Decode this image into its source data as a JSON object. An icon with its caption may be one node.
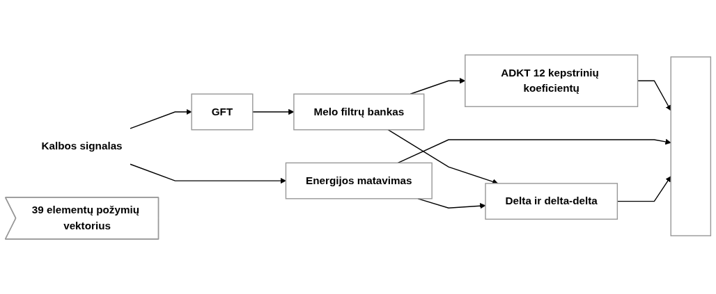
{
  "diagram": {
    "nodes": [
      {
        "text": [
          "Kalbos signalas"
        ]
      },
      {
        "text": [
          "GFT"
        ]
      },
      {
        "text": [
          "Melo filtrų bankas"
        ]
      },
      {
        "text": [
          "ADKT 12 kepstrinių koeficientų"
        ]
      },
      {
        "text": [
          "Energijos matavimas"
        ]
      },
      {
        "text": [
          "Delta ir delta-delta"
        ]
      },
      {
        "text": [],
        "shape": "bar"
      },
      {
        "text": [
          "39 elementų požymių vektorius"
        ]
      }
    ],
    "edges": [
      {
        "from": 0,
        "to": 1,
        "arrow": "to"
      },
      {
        "from": 0,
        "to": 4,
        "arrow": "to"
      },
      {
        "from": 1,
        "to": 2,
        "arrow": "to"
      },
      {
        "from": 2,
        "to": 3,
        "arrow": "to"
      },
      {
        "from": 2,
        "to": 5,
        "arrow": "to"
      },
      {
        "from": 3,
        "to": 6,
        "arrow": "to"
      },
      {
        "from": 4,
        "to": 6,
        "arrow": "to"
      },
      {
        "from": 4,
        "to": 5,
        "arrow": "to"
      },
      {
        "from": 5,
        "to": 6,
        "arrow": "to"
      }
    ]
  }
}
